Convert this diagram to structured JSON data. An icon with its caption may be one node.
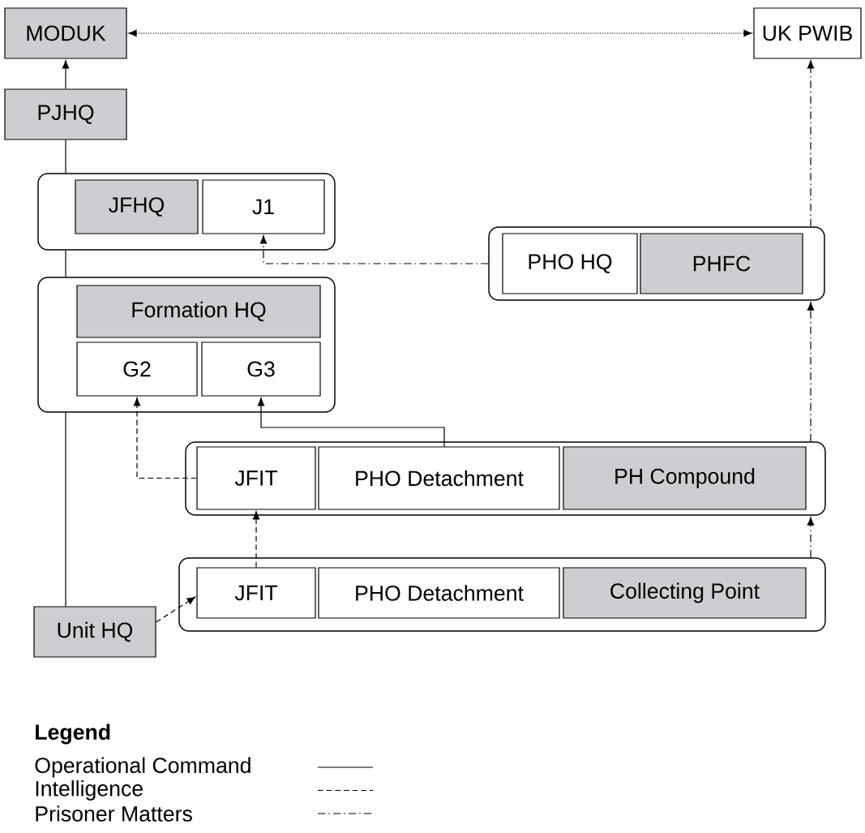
{
  "diagram": {
    "nodes": [
      {
        "text": [
          "MODUK"
        ]
      },
      {
        "text": [
          "UK PWIB"
        ]
      },
      {
        "text": [
          "PJHQ"
        ]
      },
      {
        "text": [],
        "shape": "box"
      },
      {
        "text": [
          "JFHQ"
        ],
        "in": 3
      },
      {
        "text": [
          "J1"
        ],
        "in": 3
      },
      {
        "text": [],
        "shape": "box"
      },
      {
        "text": [
          "PHO HQ"
        ],
        "in": 6
      },
      {
        "text": [
          "PHFC"
        ],
        "in": 6
      },
      {
        "text": [],
        "shape": "box"
      },
      {
        "text": [
          "Formation HQ"
        ],
        "in": 9
      },
      {
        "text": [
          "G2"
        ],
        "in": 9
      },
      {
        "text": [
          "G3"
        ],
        "in": 9
      },
      {
        "text": [],
        "shape": "box"
      },
      {
        "text": [
          "JFIT"
        ],
        "in": 13
      },
      {
        "text": [
          "PHO Detachment"
        ],
        "in": 13
      },
      {
        "text": [
          "PH Compound"
        ],
        "in": 13
      },
      {
        "text": [],
        "shape": "box"
      },
      {
        "text": [
          "JFIT"
        ],
        "in": 17
      },
      {
        "text": [
          "PHO Detachment"
        ],
        "in": 17
      },
      {
        "text": [
          "Collecting Point"
        ],
        "in": 17
      },
      {
        "text": [
          "Unit HQ"
        ]
      }
    ],
    "edges": [
      {
        "from": 0,
        "to": 1,
        "arrow": "both",
        "style": "dashed"
      },
      {
        "from": 2,
        "to": 0,
        "arrow": "to"
      },
      {
        "from": 2,
        "to": 3,
        "arrow": "none"
      },
      {
        "from": 3,
        "to": 9,
        "arrow": "none"
      },
      {
        "from": 9,
        "to": 21,
        "arrow": "none"
      },
      {
        "from": 6,
        "to": 5,
        "arrow": "to",
        "style": "dashed"
      },
      {
        "from": 6,
        "to": 1,
        "arrow": "to",
        "style": "dashed"
      },
      {
        "from": 13,
        "to": 6,
        "arrow": "to",
        "style": "dashed"
      },
      {
        "from": 17,
        "to": 13,
        "arrow": "to",
        "style": "dashed"
      },
      {
        "from": 14,
        "to": 11,
        "arrow": "to",
        "style": "dashed"
      },
      {
        "from": 15,
        "to": 12,
        "arrow": "to"
      },
      {
        "from": 18,
        "to": 14,
        "arrow": "to",
        "style": "dashed"
      },
      {
        "from": 21,
        "to": 18,
        "arrow": "to",
        "style": "dashed"
      }
    ],
    "labels": [
      "Legend"
    ],
    "legend": [
      {
        "text": "Operational Command"
      },
      {
        "text": "Intelligence"
      },
      {
        "text": "Prisoner Matters"
      }
    ]
  }
}
